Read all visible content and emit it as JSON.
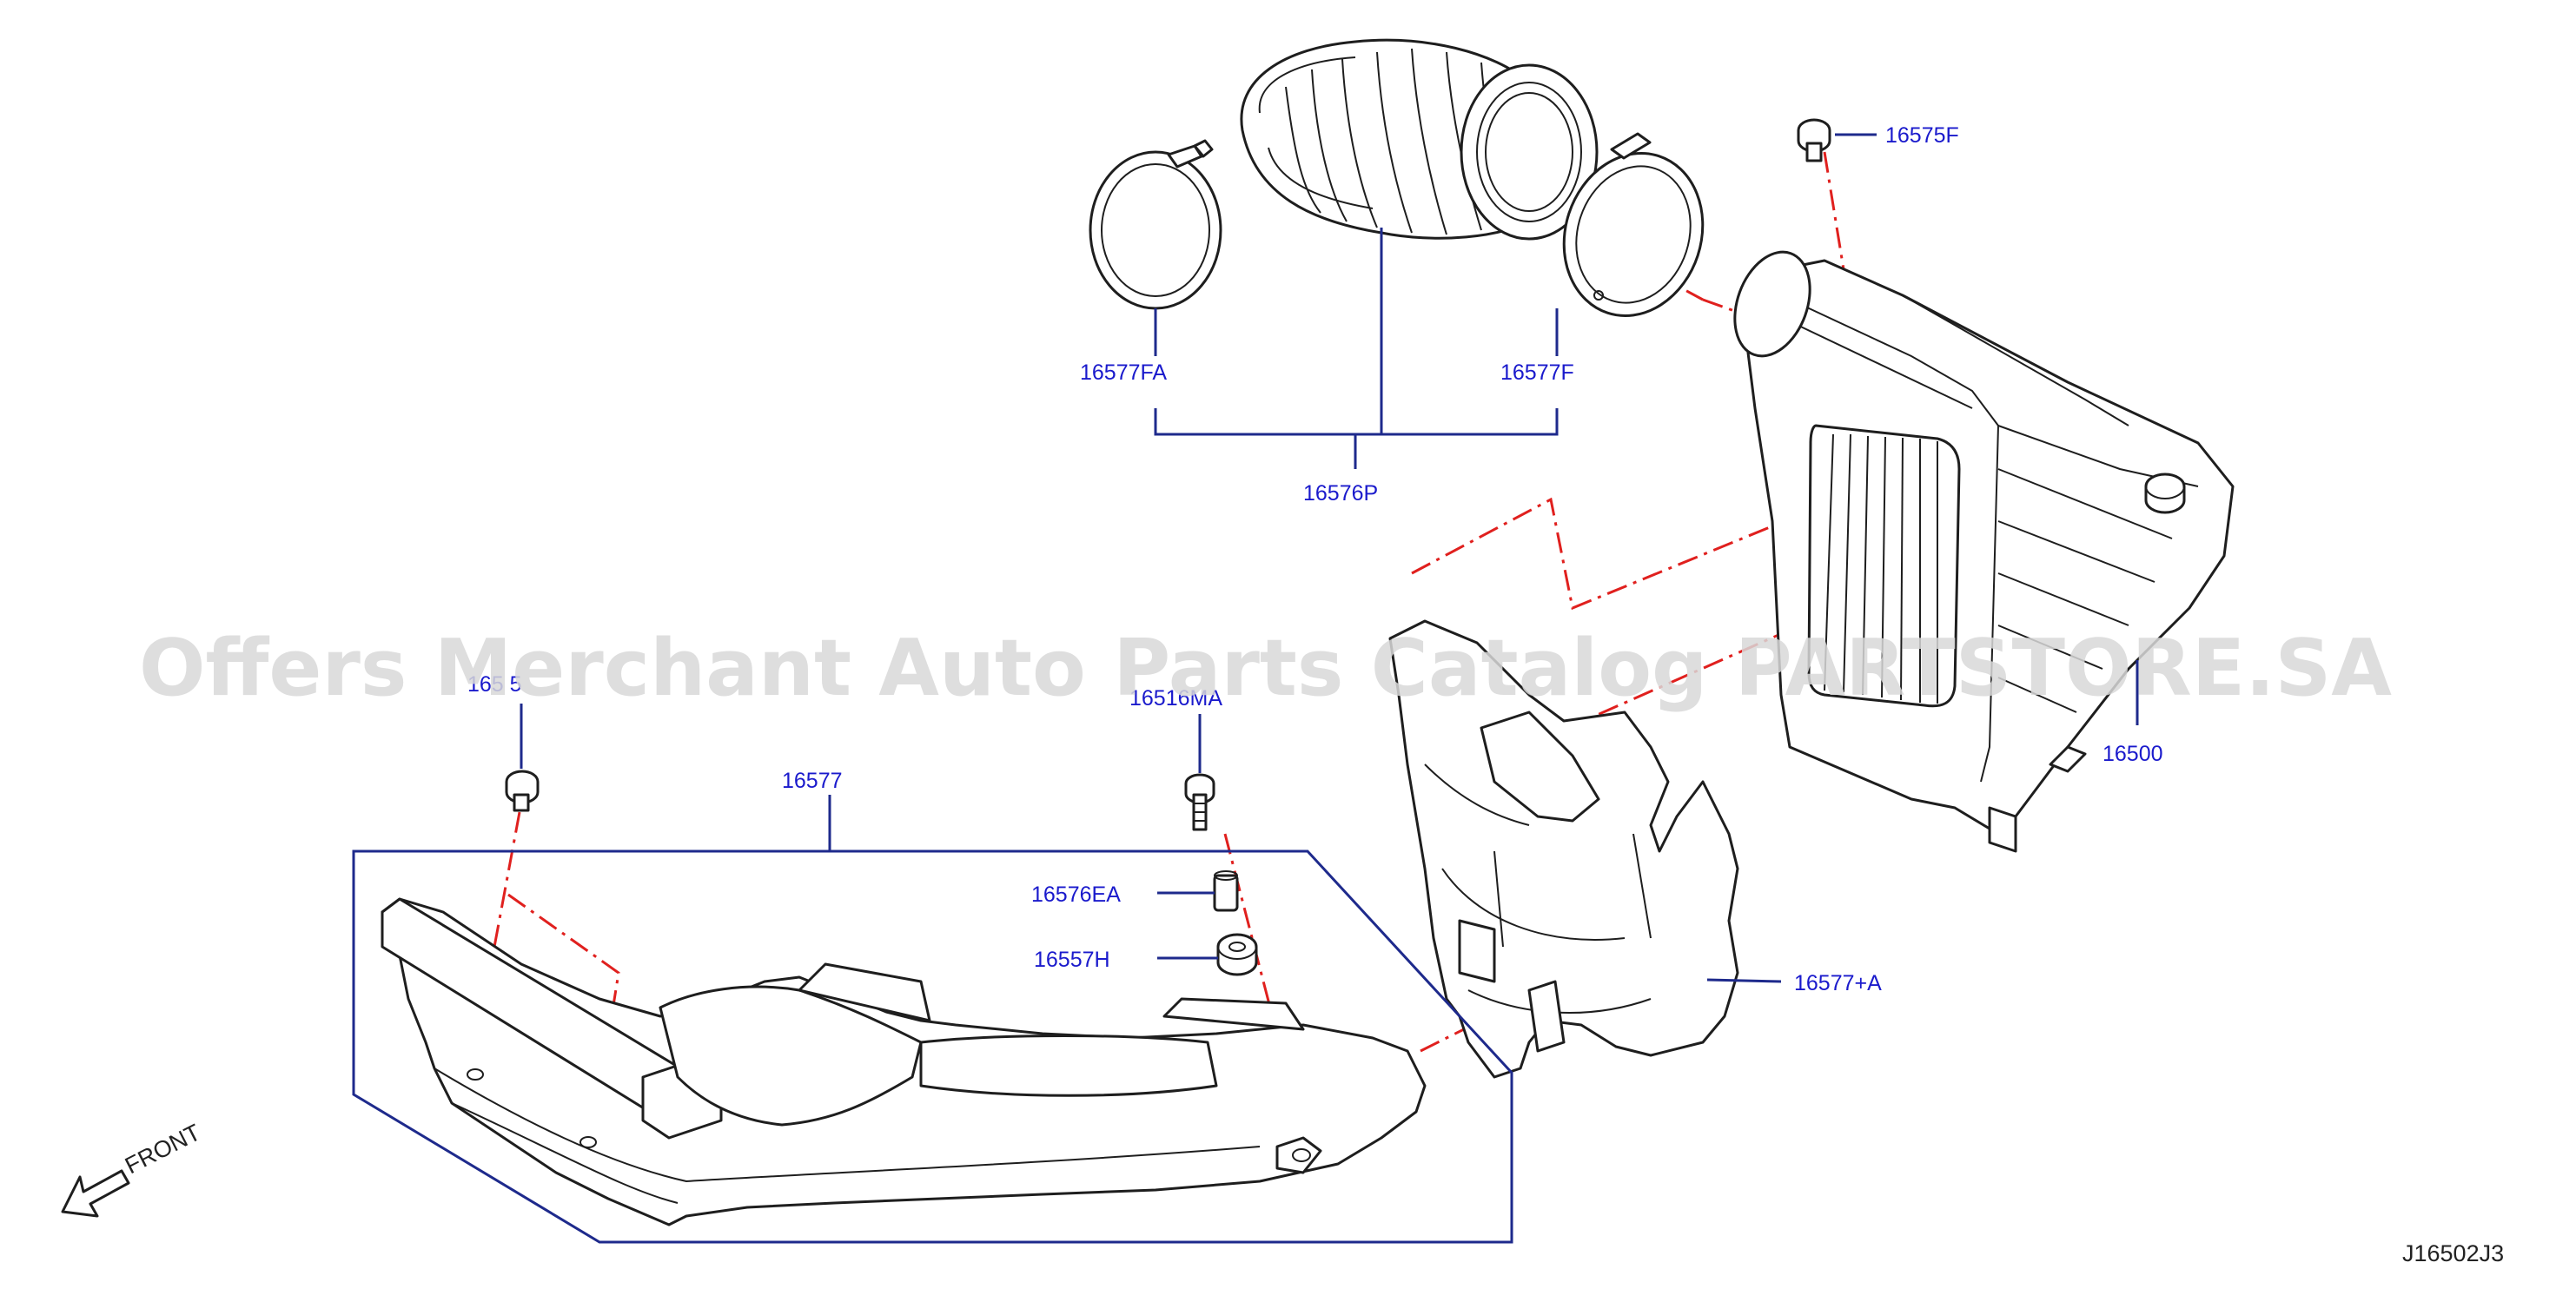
{
  "diagram": {
    "watermark": "Offers Merchant Auto Parts Catalog PARTSTORE.SA",
    "drawing_code": "J16502J3",
    "front_label": "FRONT",
    "parts": {
      "p16577FA": "16577FA",
      "p16577F": "16577F",
      "p16576P": "16576P",
      "p16575F": "16575F",
      "p16500": "16500",
      "p16577": "16577",
      "p16516MA": "16516MA",
      "p16576EA": "16576EA",
      "p16557H": "16557H",
      "p16577A": "16577+A",
      "p16575": "165 5"
    },
    "colors": {
      "label": "#1a1acc",
      "leader": "#1e2a8c",
      "centerline": "#e0201e",
      "watermark": "#d8d8d8"
    }
  }
}
